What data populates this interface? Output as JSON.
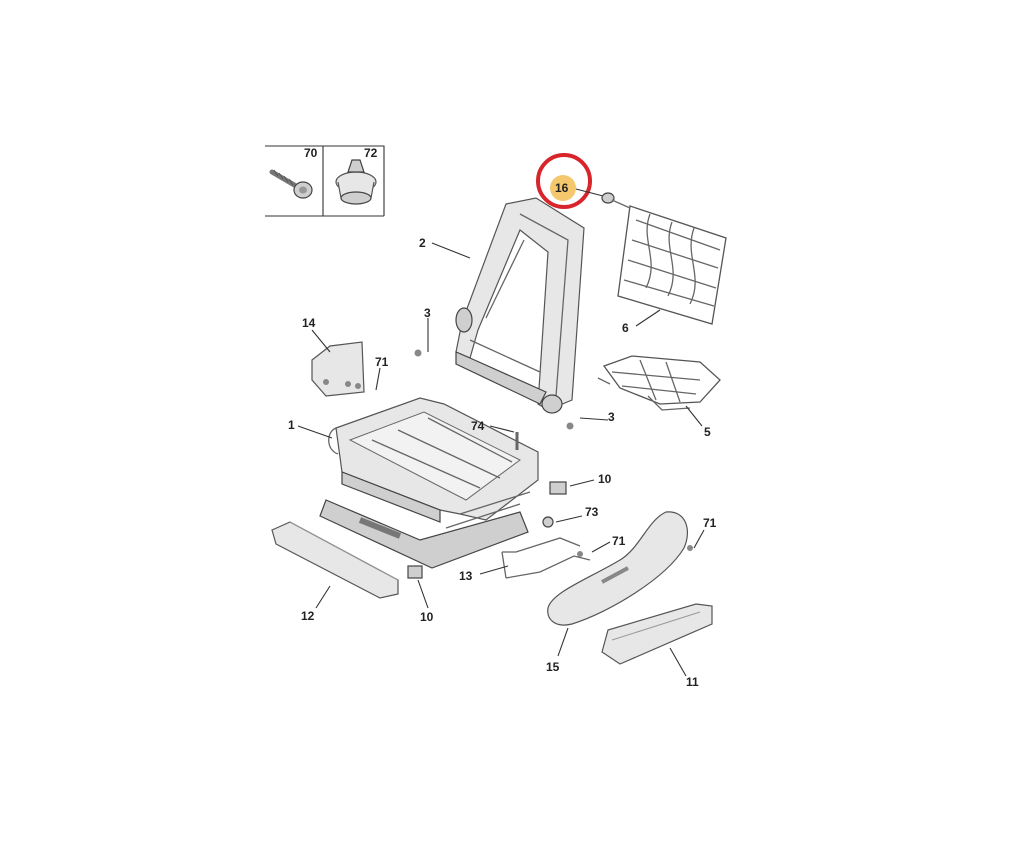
{
  "inset": {
    "labels": [
      "70",
      "72"
    ]
  },
  "highlight": {
    "label": "16",
    "ring_color": "#d8252c",
    "badge_color": "#f6c86e"
  },
  "labels": {
    "p1": "1",
    "p2": "2",
    "p3a": "3",
    "p3b": "3",
    "p5": "5",
    "p6": "6",
    "p10a": "10",
    "p10b": "10",
    "p11": "11",
    "p12": "12",
    "p13": "13",
    "p14": "14",
    "p15": "15",
    "p71a": "71",
    "p71b": "71",
    "p71c": "71",
    "p73": "73",
    "p74": "74"
  }
}
